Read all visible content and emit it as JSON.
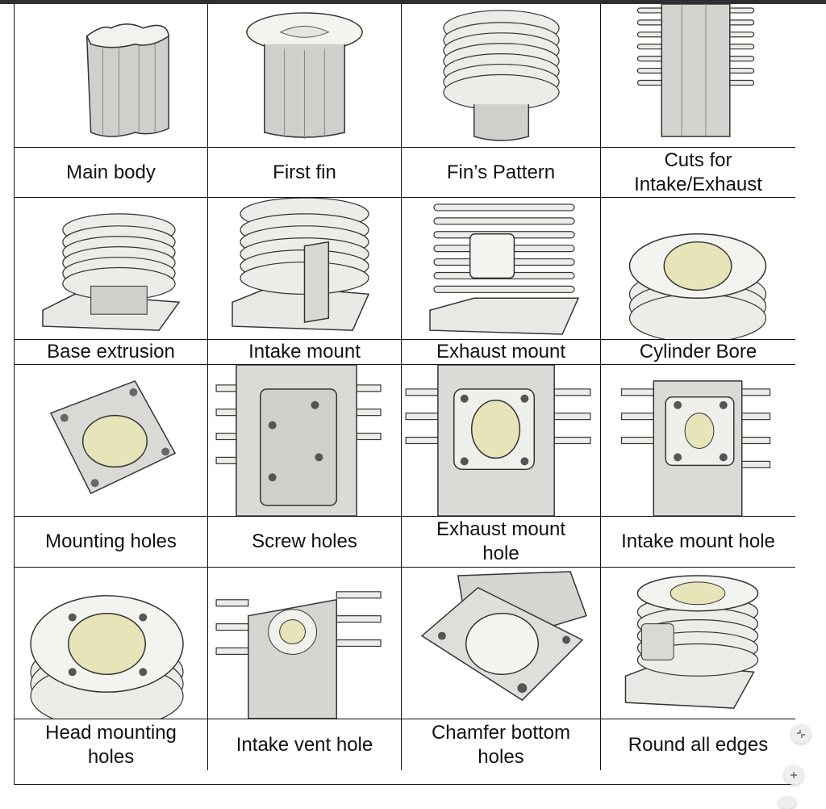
{
  "labels": [
    [
      "Main body",
      "First fin",
      "Fin’s Pattern",
      "Cuts for\nIntake/Exhaust"
    ],
    [
      "Base extrusion",
      "Intake mount",
      "Exhaust mount",
      "Cylinder Bore"
    ],
    [
      "Mounting holes",
      "Screw holes",
      "Exhaust mount\nhole",
      "Intake mount hole"
    ],
    [
      "Head mounting\nholes",
      "Intake vent hole",
      "Chamfer bottom\nholes",
      "Round all edges"
    ]
  ],
  "icons": {
    "collapse": "collapse-arrows-icon",
    "zoom_in": "plus-icon"
  },
  "colors": {
    "topbar": "#2d2f33",
    "metal": "#d6d6d2",
    "bore": "#e6e4b8"
  }
}
